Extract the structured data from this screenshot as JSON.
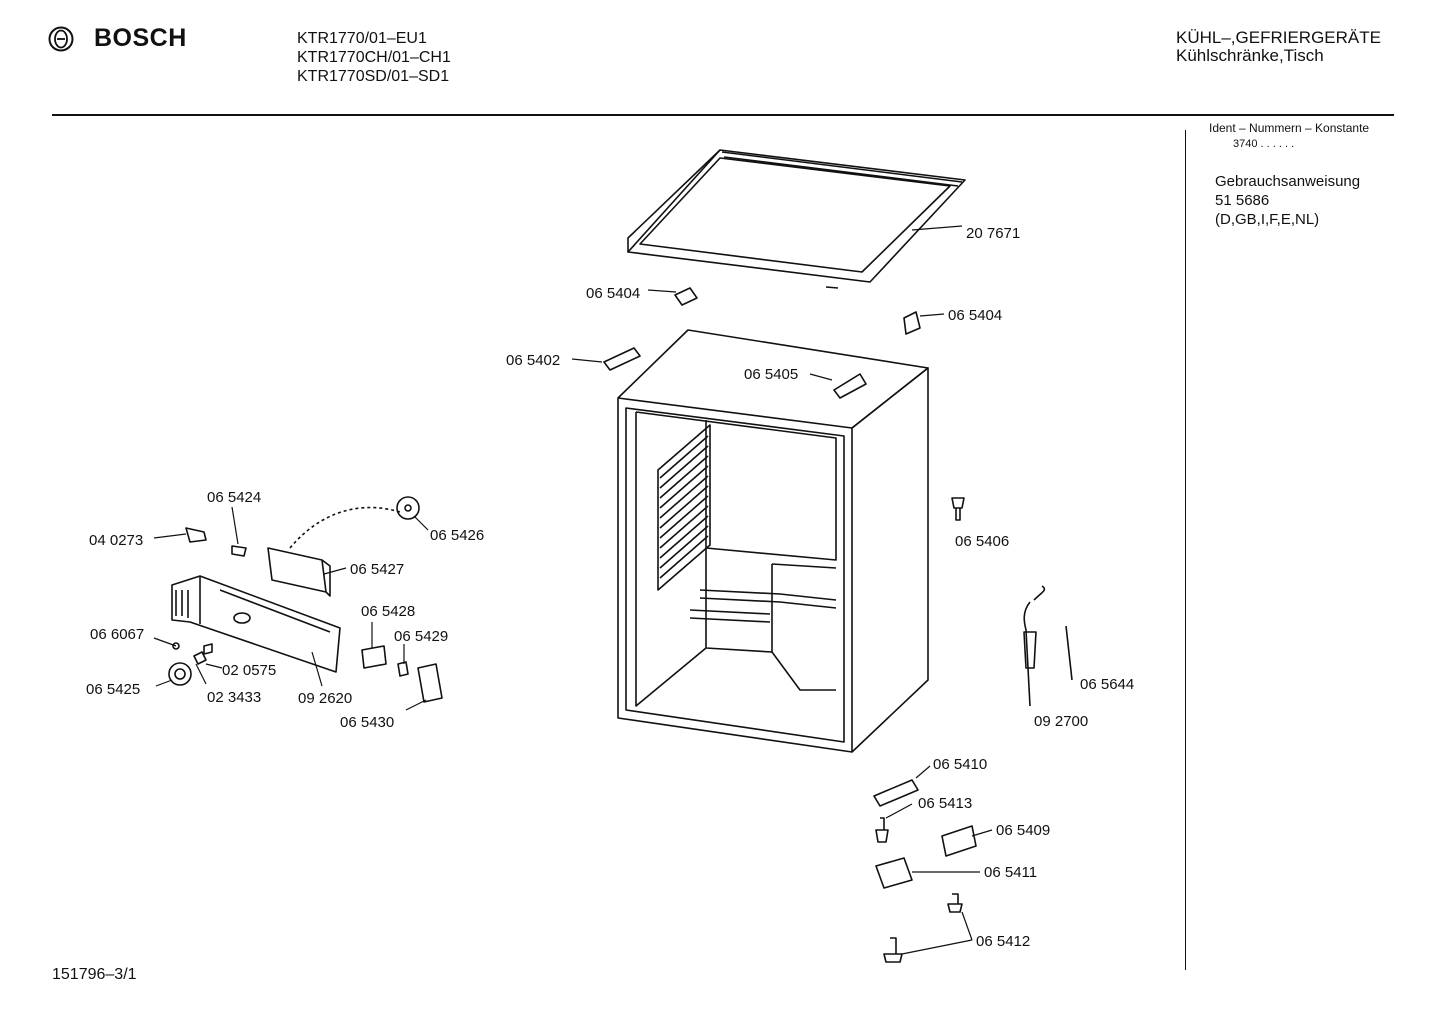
{
  "header": {
    "brand": "BOSCH",
    "logo_icon": "bosch-armature-logo-icon",
    "models": [
      "KTR1770/01–EU1",
      "KTR1770CH/01–CH1",
      "KTR1770SD/01–SD1"
    ],
    "category_line1": "KÜHL–,GEFRIERGERÄTE",
    "category_line2": "Kühlschränke,Tisch"
  },
  "sidebar": {
    "ident_title": "Ident – Nummern – Konstante",
    "ident_value": "3740  .  .    .  .  .  .",
    "manual_title": "Gebrauchsanweisung",
    "manual_number": "51 5686",
    "manual_languages": "(D,GB,I,F,E,NL)"
  },
  "parts": [
    "20 7671",
    "06 5404",
    "06 5404",
    "06 5402",
    "06 5405",
    "06 5424",
    "06 5426",
    "04 0273",
    "06 5427",
    "06 5428",
    "06 6067",
    "06 5429",
    "02 0575",
    "06 5425",
    "02 3433",
    "09 2620",
    "06 5430",
    "06 5406",
    "06 5644",
    "09 2700",
    "06 5410",
    "06 5413",
    "06 5409",
    "06 5411",
    "06 5412"
  ],
  "footer": {
    "doc_number": "151796–3/1"
  }
}
